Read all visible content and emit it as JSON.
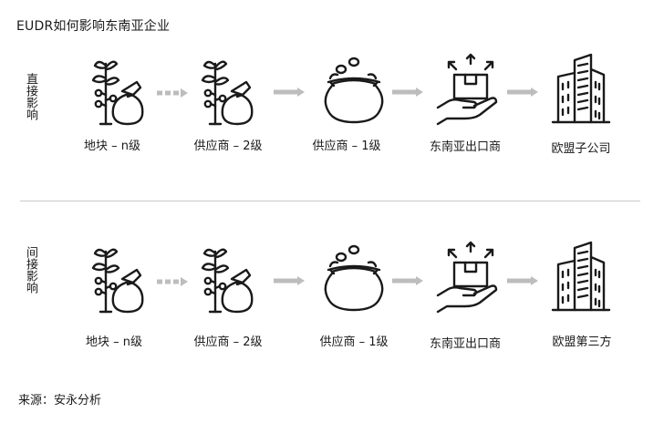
{
  "title": "EUDR如何影响东南亚企业",
  "direct": {
    "label": "直接影响",
    "steps": [
      "地块 – n级",
      "供应商 – 2级",
      "供应商 – 1级",
      "东南亚出口商",
      "欧盟子公司"
    ]
  },
  "indirect": {
    "label": "间接影响",
    "steps": [
      "地块 – n级",
      "供应商 – 2级",
      "供应商 – 1级",
      "东南亚出口商",
      "欧盟第三方"
    ]
  },
  "source": "来源：安永分析",
  "colors": {
    "text": "#1a1a1a",
    "arrow": "#bdbdbd",
    "divider": "#c8c8c8"
  },
  "icons": [
    "plant-with-sack-icon",
    "plant-with-sack-icon",
    "coin-pot-icon",
    "box-on-hand-icon",
    "office-building-icon"
  ]
}
